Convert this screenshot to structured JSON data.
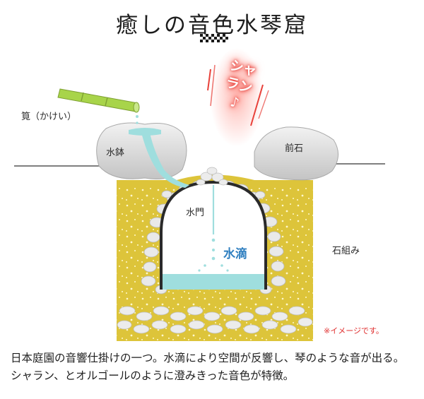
{
  "title": "癒しの音色水琴窟",
  "labels": {
    "kakei": "筧（かけい）",
    "water_basin": "水鉢",
    "front_stone": "前石",
    "water_gate": "水門",
    "water_drop": "水滴",
    "stone_group": "石組み"
  },
  "sound_effect": "シャラン♪",
  "note": "※イメージです。",
  "caption": "日本庭園の音響仕掛けの一つ。水滴により空間が反響し、琴のような音が出る。シャラン、とオルゴールのように澄みきった音色が特徴。",
  "colors": {
    "soil": "#ddc43a",
    "bamboo": "#a8d44a",
    "water": "#9fdede",
    "stone": "#d8d8d8",
    "accent_red": "#e8413a",
    "drop_blue": "#2f7fc0"
  }
}
